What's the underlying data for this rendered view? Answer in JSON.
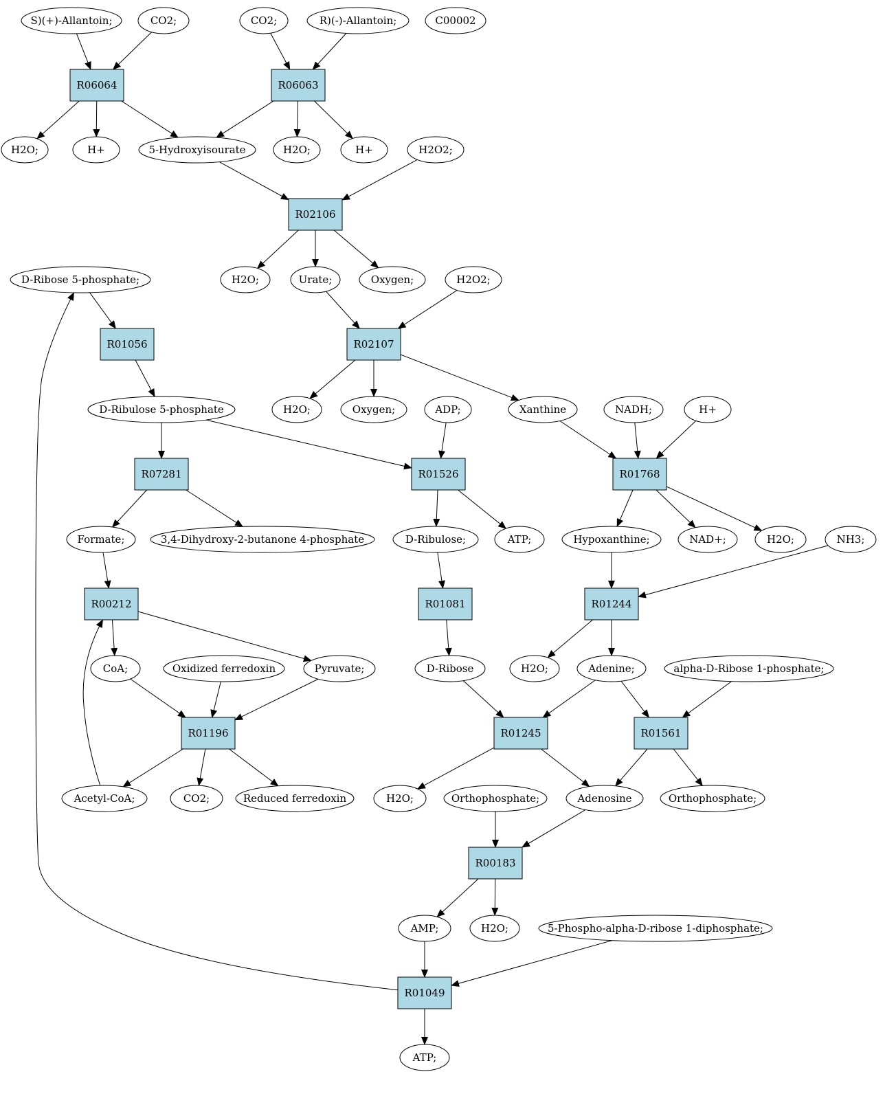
{
  "colors": {
    "reaction_fill": "#add8e6",
    "compound_fill": "#ffffff",
    "highlight_start": "#00ee00",
    "highlight_target": "#ffff00",
    "stroke": "#000000"
  },
  "nodes": {
    "s_allantoin": "S)(+)-Allantoin;",
    "co2_a": "CO2;",
    "co2_b": "CO2;",
    "r_allantoin": "R)(-)-Allantoin;",
    "c00002": "C00002",
    "r06064": "R06064",
    "r06063": "R06063",
    "h2o_a": "H2O;",
    "hplus_a": "H+",
    "hydroxyisourate": "5-Hydroxyisourate",
    "h2o_b": "H2O;",
    "hplus_b": "H+",
    "h2o2_a": "H2O2;",
    "r02106": "R02106",
    "ribose5p": "D-Ribose 5-phosphate;",
    "h2o_c": "H2O;",
    "urate": "Urate;",
    "oxygen_a": "Oxygen;",
    "h2o2_b": "H2O2;",
    "r01056": "R01056",
    "r02107": "R02107",
    "ribulose5p": "D-Ribulose 5-phosphate",
    "h2o_d": "H2O;",
    "oxygen_b": "Oxygen;",
    "adp": "ADP;",
    "xanthine": "Xanthine",
    "nadh": "NADH;",
    "hplus_c": "H+",
    "r07281": "R07281",
    "r01526": "R01526",
    "r01768": "R01768",
    "formate": "Formate;",
    "dihydroxybutanone": "3,4-Dihydroxy-2-butanone 4-phosphate",
    "d_ribulose": "D-Ribulose;",
    "atp_a": "ATP;",
    "hypoxanthine": "Hypoxanthine;",
    "nad": "NAD+;",
    "h2o_e": "H2O;",
    "nh3": "NH3;",
    "r00212": "R00212",
    "r01081": "R01081",
    "r01244": "R01244",
    "coa": "CoA;",
    "ox_ferredoxin": "Oxidized ferredoxin",
    "pyruvate": "Pyruvate;",
    "d_ribose": "D-Ribose",
    "h2o_f": "H2O;",
    "adenine": "Adenine;",
    "alpha_ribose1p": "alpha-D-Ribose 1-phosphate;",
    "r01196": "R01196",
    "r01245": "R01245",
    "r01561": "R01561",
    "acetylcoa": "Acetyl-CoA;",
    "co2_c": "CO2;",
    "red_ferredoxin": "Reduced ferredoxin",
    "h2o_g": "H2O;",
    "orthophosphate_a": "Orthophosphate;",
    "adenosine": "Adenosine",
    "orthophosphate_b": "Orthophosphate;",
    "r00183": "R00183",
    "amp": "AMP;",
    "h2o_h": "H2O;",
    "prpp": "5-Phospho-alpha-D-ribose 1-diphosphate;",
    "r01049": "R01049",
    "atp_b": "ATP;"
  }
}
